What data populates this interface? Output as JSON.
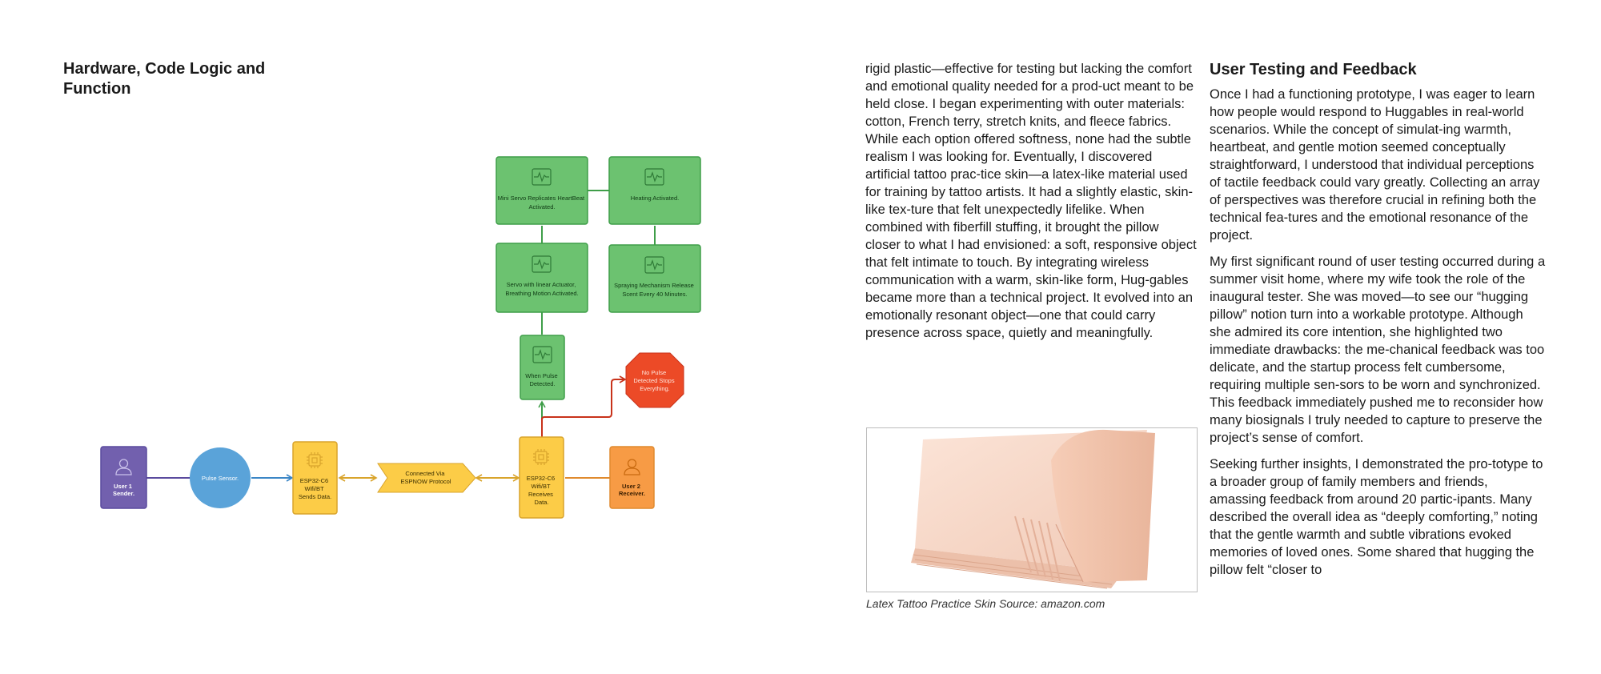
{
  "heading_left": "Hardware, Code Logic and Function",
  "diagram": {
    "nodes": {
      "user1": [
        "User 1",
        "Sender."
      ],
      "pulse": [
        "Pulse Sensor."
      ],
      "esp_send": [
        "ESP32-C6",
        "Wifi/BT",
        "Sends Data."
      ],
      "espnow": [
        "Connected Via",
        "ESPNOW Protocol"
      ],
      "esp_recv": [
        "ESP32-C6",
        "Wifi/BT",
        "Receives",
        "Data."
      ],
      "user2": [
        "User 2",
        "Receiver."
      ],
      "pulse_detected": [
        "When Pulse",
        "Detected."
      ],
      "no_pulse": [
        "No Pulse",
        "Detected Stops",
        "Everything."
      ],
      "servo_linear": [
        "Servo with linear Actuator,",
        "Breathing Motion Activated."
      ],
      "spraying": [
        "Spraying Mechanism Release",
        "Scent Every 40 Minutes."
      ],
      "mini_servo": [
        "Mini Servo Replicates HeartBeat",
        "Activated."
      ],
      "heating": [
        "Heating Activated."
      ]
    },
    "colors": {
      "green_fill": "#6cc270",
      "green_stroke": "#3f9e49",
      "yellow_fill": "#fccc47",
      "yellow_stroke": "#d9a42c",
      "purple_fill": "#7260ae",
      "blue_fill": "#5aa3d9",
      "orange_fill": "#f79b45",
      "red_fill": "#ec4a27"
    }
  },
  "paragraphs_mid": [
    "rigid plastic—effective for testing but lacking the comfort and emotional quality needed for a prod-uct meant to be held close. I began experimenting with outer materials: cotton, French terry, stretch knits, and fleece fabrics. While each option offered softness, none had the subtle realism I was looking for. Eventually, I discovered artificial tattoo prac-tice skin—a latex-like material used for training by tattoo artists. It had a slightly elastic, skin-like tex-ture that felt unexpectedly lifelike. When combined with fiberfill stuffing, it brought the pillow closer to what I had envisioned: a soft, responsive object that felt intimate to touch. By integrating wireless communication with a warm, skin-like form, Hug-gables became more than a technical project. It evolved into an emotionally resonant object—one that could carry presence across space, quietly and meaningfully."
  ],
  "figure_caption": "Latex Tattoo Practice Skin Source: amazon.com",
  "heading_right": "User Testing and Feedback",
  "paragraphs_right": [
    "Once I had a functioning prototype, I was eager to learn how people would respond to Huggables in real-world scenarios. While the concept of simulat-ing warmth, heartbeat, and gentle motion seemed conceptually straightforward, I understood that individual perceptions of tactile feedback could vary greatly. Collecting an array of perspectives was therefore crucial in refining both the technical fea-tures and the emotional resonance of the project.",
    "My first significant round of user testing occurred during a summer visit home, where my wife took the role of the inaugural tester. She was moved—to see our “hugging pillow” notion turn into a workable prototype. Although she admired its core intention, she highlighted two immediate drawbacks: the me-chanical feedback was too delicate, and the startup process felt cumbersome, requiring multiple sen-sors to be worn and synchronized. This feedback immediately pushed me to reconsider how many biosignals I truly needed to capture to preserve the project’s sense of comfort.",
    "Seeking further insights, I demonstrated the pro-totype to a broader group of family members and friends, amassing feedback from around 20 partic-ipants. Many described the overall idea as “deeply comforting,” noting that the gentle warmth and subtle vibrations evoked memories of loved ones. Some shared that hugging the pillow felt “closer to"
  ]
}
